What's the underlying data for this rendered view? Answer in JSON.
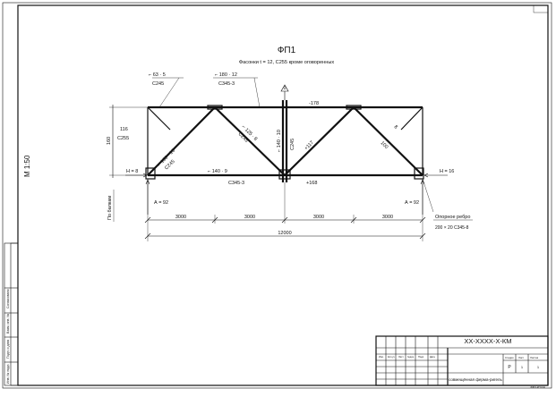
{
  "title": "ФП1",
  "subtitle": "Фасонки t = 12, С255  кроме оговоренных",
  "scale": "М 1:50",
  "support_left_label": "По балкам",
  "supports": {
    "left_h": "Н = 8",
    "right_h": "Н = 16",
    "left_a": "А = 92",
    "right_a": "А = 92"
  },
  "members": {
    "top_left_section": "⌐ 63 · 5",
    "top_left_steel": "С245",
    "top_mid_section": "⌐ 180 · 12",
    "top_mid_steel": "С345-3",
    "top_force": "-178",
    "bottom_section": "⌐ 140 · 9",
    "bottom_steel": "С345-3",
    "bottom_force": "+168",
    "diag_left_a": "⌐ 160 · 10",
    "diag_left_b": "С245",
    "diag_mid_a": "⌐ 125 · 8",
    "diag_mid_b": "С245",
    "post_a": "⌐ 140 · 10",
    "post_b": "С245",
    "diag_right_force": "+117",
    "diag_far_a": "8",
    "diag_far_b": "100",
    "left_note_a": "116",
    "left_note_b": "С255",
    "height_dim": "160",
    "pillar_mark": "0"
  },
  "dims": {
    "seg1": "3000",
    "seg2": "3000",
    "seg3": "3000",
    "seg4": "3000",
    "total": "12000"
  },
  "rib_note": {
    "line1": "Опорное ребро",
    "line2": "200 × 20 С345-8"
  },
  "stamp": {
    "code": "ХХ-ХХХХ-Х-КМ",
    "stage": "Р",
    "subject": "совмещённая ферма-ригель",
    "sheet_label": "Лист",
    "stage_label": "Стадия",
    "sheets_label": "Листов",
    "cols": [
      "Изм.",
      "Кол.уч",
      "Лист",
      "№док.",
      "Подп.",
      "Дата"
    ],
    "sheet_num": "1",
    "sheets_num": "1",
    "corner": "ФФ3-КП.КЖ"
  },
  "left_strip": [
    "Согласовано",
    "Взам. инв. №",
    "Подп. и дата",
    "Инв. № подл."
  ]
}
